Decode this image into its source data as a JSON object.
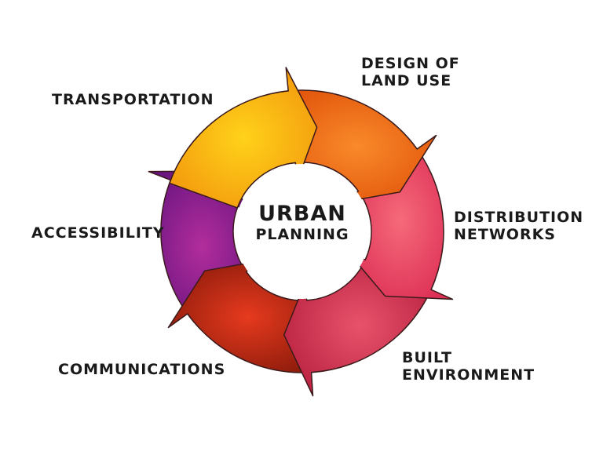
{
  "center": {
    "line1": "URBAN",
    "line2": "PLANNING"
  },
  "labels": {
    "design": [
      "DESIGN OF",
      "LAND USE"
    ],
    "distribution": [
      "DISTRIBUTION",
      "NETWORKS"
    ],
    "built": [
      "BUILT",
      "ENVIRONMENT"
    ],
    "communications": [
      "COMMUNICATIONS"
    ],
    "accessibility": [
      "ACCESSIBILITY"
    ],
    "transportation": [
      "TRANSPORTATION"
    ]
  },
  "colors": {
    "transportation": "#f9b80e",
    "design": "#f06a10",
    "distribution": "#e83a5c",
    "built": "#d62c4e",
    "communications": "#b5230f",
    "accessibility": "#7d1a8f"
  }
}
